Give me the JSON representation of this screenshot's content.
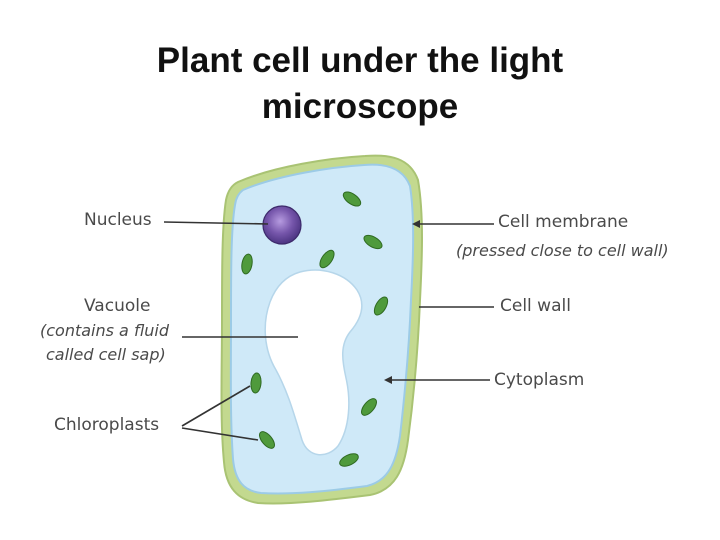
{
  "title": {
    "line1": "Plant cell under the light",
    "line2": "microscope"
  },
  "labels": {
    "nucleus": "Nucleus",
    "vacuole": "Vacuole",
    "vacuole_note_1": "(contains a fluid",
    "vacuole_note_2": "called cell sap)",
    "chloroplasts": "Chloroplasts",
    "cell_membrane": "Cell membrane",
    "cell_membrane_note": "(pressed close to cell wall)",
    "cell_wall": "Cell wall",
    "cytoplasm": "Cytoplasm"
  },
  "colors": {
    "cell_wall": "#c3d98f",
    "cytoplasm": "#cfe9f8",
    "cell_membrane": "#9ccbe6",
    "vacuole": "#ffffff",
    "nucleus": "#6c4f9e",
    "chloroplast": "#4f9a3c",
    "leader_line": "#333333"
  }
}
